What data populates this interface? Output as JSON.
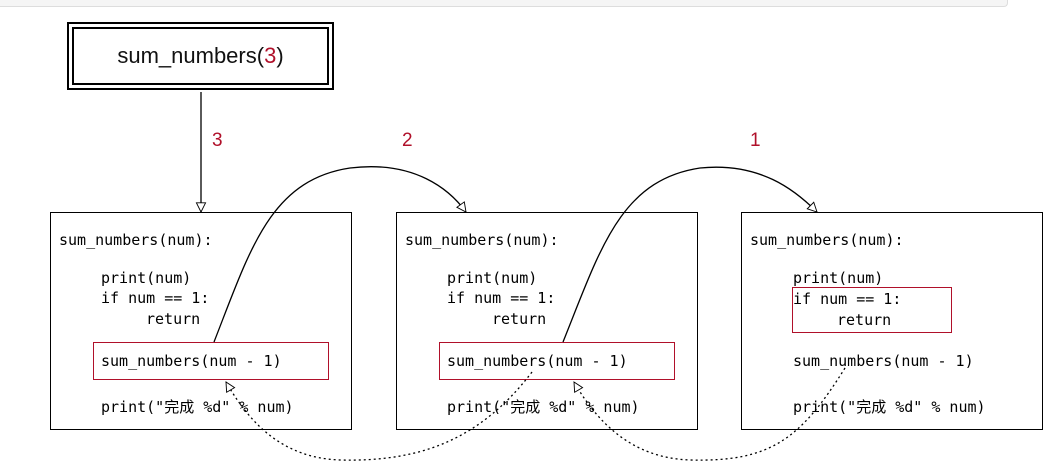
{
  "root_call": {
    "prefix": "sum_numbers(",
    "arg": "3",
    "suffix": ")"
  },
  "steps": [
    "3",
    "2",
    "1"
  ],
  "boxes": [
    {
      "header": "sum_numbers(num):",
      "print_num": "print(num)",
      "if_line": "if num == 1:",
      "return_line": "return",
      "recursive_call": "sum_numbers(num - 1)",
      "final_print": "print(\"完成 %d\" % num)"
    },
    {
      "header": "sum_numbers(num):",
      "print_num": "print(num)",
      "if_line": "if num == 1:",
      "return_line": "return",
      "recursive_call": "sum_numbers(num - 1)",
      "final_print": "print(\"完成 %d\" % num)"
    },
    {
      "header": "sum_numbers(num):",
      "print_num": "print(num)",
      "if_line": "if num == 1:",
      "return_line": "return",
      "recursive_call": "sum_numbers(num - 1)",
      "final_print": "print(\"完成 %d\" % num)"
    }
  ],
  "colors": {
    "highlight": "#b0102a",
    "line": "#000000"
  }
}
